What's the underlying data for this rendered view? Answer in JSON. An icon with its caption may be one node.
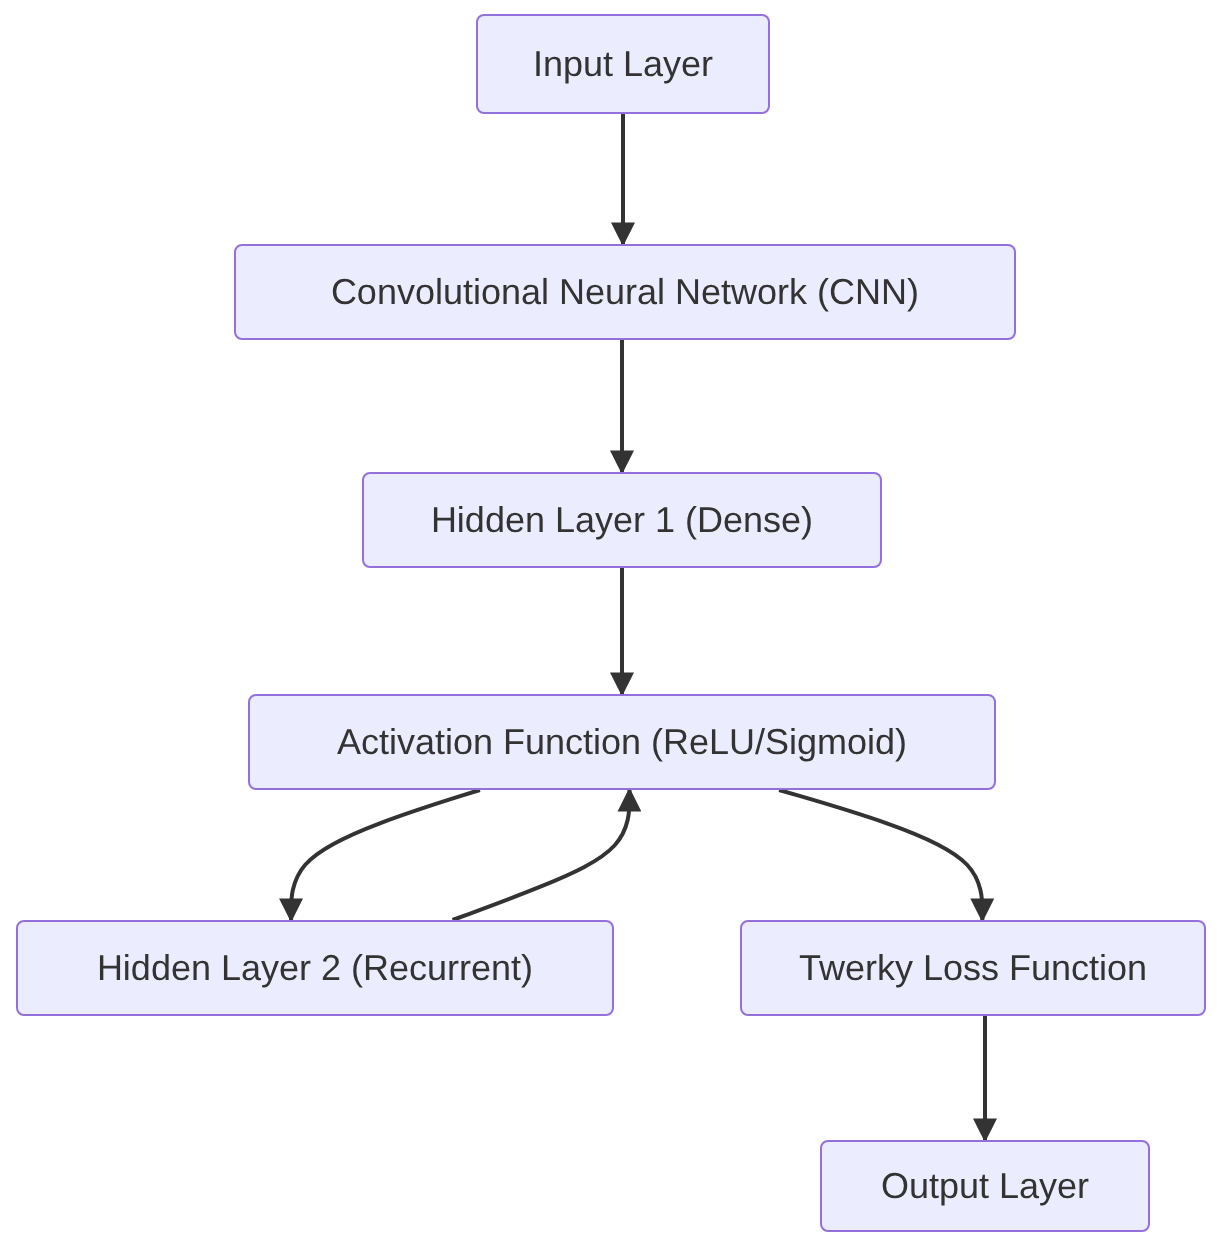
{
  "diagram": {
    "nodes": [
      {
        "text": [
          "Input Layer"
        ]
      },
      {
        "text": [
          "Convolutional Neural Network (CNN)"
        ]
      },
      {
        "text": [
          "Hidden Layer 1 (Dense)"
        ]
      },
      {
        "text": [
          "Activation Function (ReLU/Sigmoid)"
        ]
      },
      {
        "text": [
          "Hidden Layer 2 (Recurrent)"
        ]
      },
      {
        "text": [
          "Twerky Loss Function"
        ]
      },
      {
        "text": [
          "Output Layer"
        ]
      }
    ],
    "edges": [
      {
        "from": 0,
        "to": 1,
        "arrow": "to"
      },
      {
        "from": 1,
        "to": 2,
        "arrow": "to"
      },
      {
        "from": 2,
        "to": 3,
        "arrow": "to"
      },
      {
        "from": 3,
        "to": 4,
        "arrow": "to"
      },
      {
        "from": 4,
        "to": 3,
        "arrow": "to"
      },
      {
        "from": 3,
        "to": 5,
        "arrow": "to"
      },
      {
        "from": 5,
        "to": 6,
        "arrow": "to"
      }
    ]
  }
}
